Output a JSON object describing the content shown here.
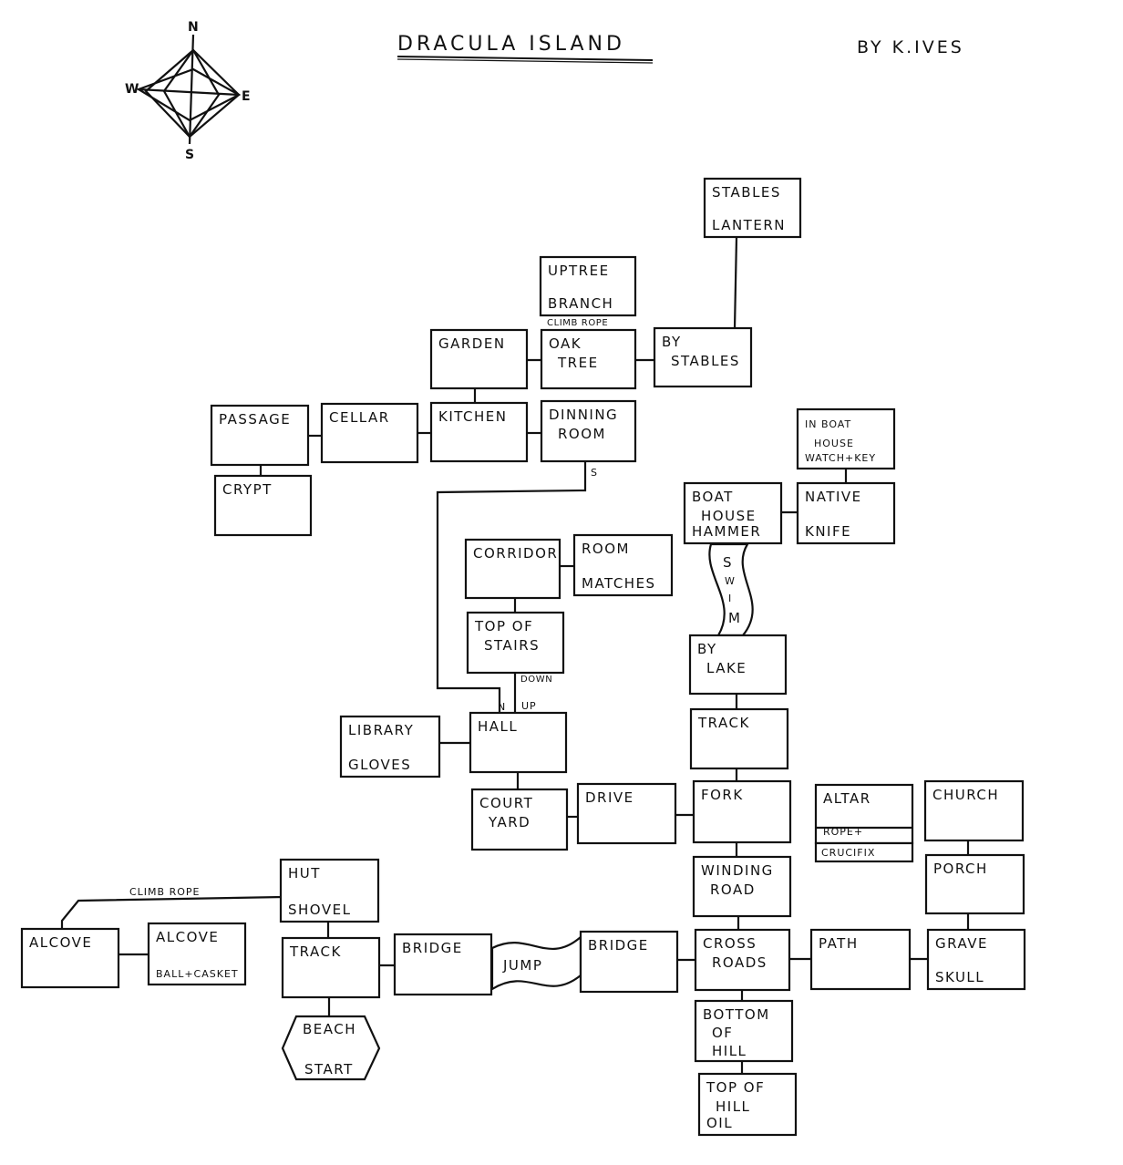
{
  "header": {
    "title": "DRACULA ISLAND",
    "author": "BY K.IVES"
  },
  "compass": {
    "n": "N",
    "s": "S",
    "e": "E",
    "w": "W"
  },
  "rooms": {
    "stables": {
      "lines": [
        "STABLES"
      ],
      "item": "LANTERN"
    },
    "up_tree": {
      "lines": [
        "UPTREE"
      ],
      "item": "BRANCH"
    },
    "garden": {
      "lines": [
        "GARDEN"
      ],
      "item": ""
    },
    "oak_tree": {
      "lines": [
        "OAK",
        "TREE"
      ],
      "item": ""
    },
    "by_stables": {
      "lines": [
        "BY",
        "STABLES"
      ],
      "item": ""
    },
    "passage": {
      "lines": [
        "PASSAGE"
      ],
      "item": ""
    },
    "cellar": {
      "lines": [
        "CELLAR"
      ],
      "item": ""
    },
    "kitchen": {
      "lines": [
        "KITCHEN"
      ],
      "item": ""
    },
    "dinning_room": {
      "lines": [
        "DINNING",
        "ROOM"
      ],
      "item": ""
    },
    "crypt": {
      "lines": [
        "CRYPT"
      ],
      "item": ""
    },
    "in_boat_house": {
      "lines": [
        "IN BOAT",
        "HOUSE"
      ],
      "item": "WATCH+KEY"
    },
    "boat_house": {
      "lines": [
        "BOAT",
        "HOUSE"
      ],
      "item": "HAMMER"
    },
    "native": {
      "lines": [
        "NATIVE"
      ],
      "item": "KNIFE"
    },
    "corridor": {
      "lines": [
        "CORRIDOR"
      ],
      "item": ""
    },
    "room": {
      "lines": [
        "ROOM"
      ],
      "item": "MATCHES"
    },
    "top_of_stairs": {
      "lines": [
        "TOP OF",
        "STAIRS"
      ],
      "item": ""
    },
    "by_lake": {
      "lines": [
        "BY",
        "LAKE"
      ],
      "item": ""
    },
    "library": {
      "lines": [
        "LIBRARY"
      ],
      "item": "GLOVES"
    },
    "hall": {
      "lines": [
        "HALL"
      ],
      "item": ""
    },
    "track_north": {
      "lines": [
        "TRACK"
      ],
      "item": ""
    },
    "court_yard": {
      "lines": [
        "COURT",
        "YARD"
      ],
      "item": ""
    },
    "drive": {
      "lines": [
        "DRIVE"
      ],
      "item": ""
    },
    "fork": {
      "lines": [
        "FORK"
      ],
      "item": ""
    },
    "altar": {
      "lines": [
        "ALTAR"
      ],
      "item": "ROPE+",
      "item2": "CRUCIFIX"
    },
    "church": {
      "lines": [
        "CHURCH"
      ],
      "item": ""
    },
    "winding_road": {
      "lines": [
        "WINDING",
        "ROAD"
      ],
      "item": ""
    },
    "porch": {
      "lines": [
        "PORCH"
      ],
      "item": ""
    },
    "hut": {
      "lines": [
        "HUT"
      ],
      "item": "SHOVEL"
    },
    "alcove_west": {
      "lines": [
        "ALCOVE"
      ],
      "item": ""
    },
    "alcove_east": {
      "lines": [
        "ALCOVE"
      ],
      "item": "BALL+CASKET"
    },
    "track_south": {
      "lines": [
        "TRACK"
      ],
      "item": ""
    },
    "bridge_west": {
      "lines": [
        "BRIDGE"
      ],
      "item": ""
    },
    "bridge_east": {
      "lines": [
        "BRIDGE"
      ],
      "item": ""
    },
    "cross_roads": {
      "lines": [
        "CROSS",
        "ROADS"
      ],
      "item": ""
    },
    "path": {
      "lines": [
        "PATH"
      ],
      "item": ""
    },
    "grave": {
      "lines": [
        "GRAVE"
      ],
      "item": "SKULL"
    },
    "beach": {
      "lines": [
        "BEACH"
      ],
      "item": "START"
    },
    "bottom_of_hill": {
      "lines": [
        "BOTTOM",
        "OF",
        "HILL"
      ],
      "item": ""
    },
    "top_of_hill": {
      "lines": [
        "TOP OF",
        "HILL"
      ],
      "item": "OIL"
    }
  },
  "connection_labels": {
    "climb_rope_tree": "CLIMB ROPE",
    "dinning_south": "S",
    "stairs_down": "DOWN",
    "hall_up": "UP",
    "hall_north": "N",
    "swim": [
      "S",
      "W",
      "I",
      "M"
    ],
    "jump": "JUMP",
    "climb_rope_hut": "CLIMB ROPE"
  }
}
